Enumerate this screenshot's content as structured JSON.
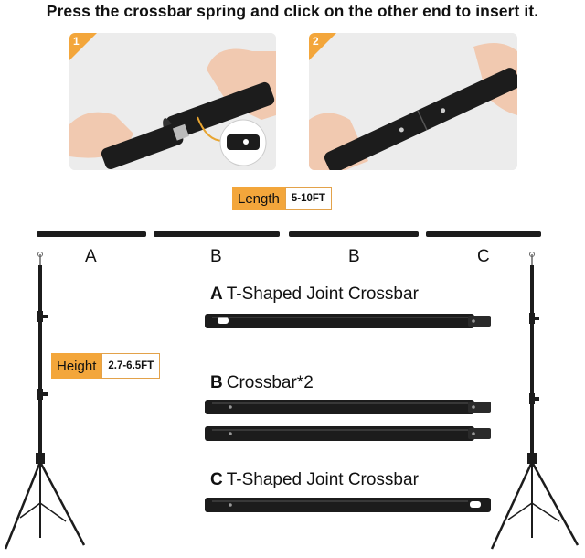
{
  "header": {
    "instruction": "Press the crossbar spring and click on the other end to insert it."
  },
  "steps": [
    {
      "num": "1"
    },
    {
      "num": "2"
    }
  ],
  "length": {
    "label": "Length",
    "value": "5-10FT"
  },
  "height": {
    "label": "Height",
    "value": "2.7-6.5FT"
  },
  "segment_letters": [
    "A",
    "B",
    "B",
    "C"
  ],
  "parts": [
    {
      "letter": "A",
      "name": "T-Shaped Joint Crossbar"
    },
    {
      "letter": "B",
      "name": "Crossbar*2"
    },
    {
      "letter": "C",
      "name": "T-Shaped Joint Crossbar"
    }
  ],
  "colors": {
    "accent": "#f3a63b",
    "pole": "#1c1c1c"
  }
}
